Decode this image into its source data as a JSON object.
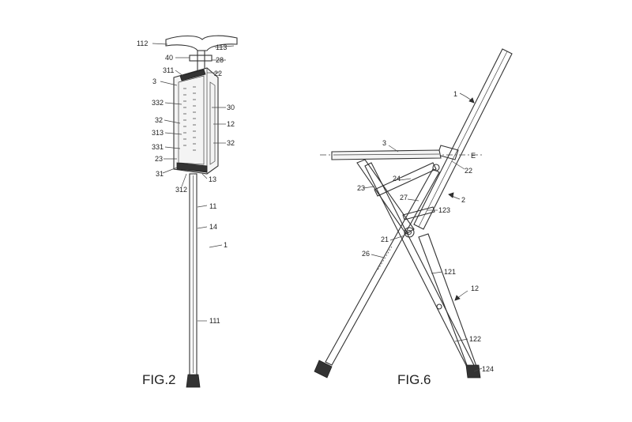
{
  "figures": [
    {
      "caption": "FIG.2",
      "labels": [
        "112",
        "113",
        "40",
        "28",
        "311",
        "22",
        "3",
        "332",
        "30",
        "32",
        "12",
        "313",
        "32",
        "331",
        "23",
        "31",
        "13",
        "312",
        "11",
        "14",
        "1",
        "111"
      ]
    },
    {
      "caption": "FIG.6",
      "labels": [
        "1",
        "3",
        "E",
        "22",
        "24",
        "23",
        "27",
        "2",
        "123",
        "21",
        "26",
        "121",
        "12",
        "122",
        "124"
      ]
    }
  ]
}
